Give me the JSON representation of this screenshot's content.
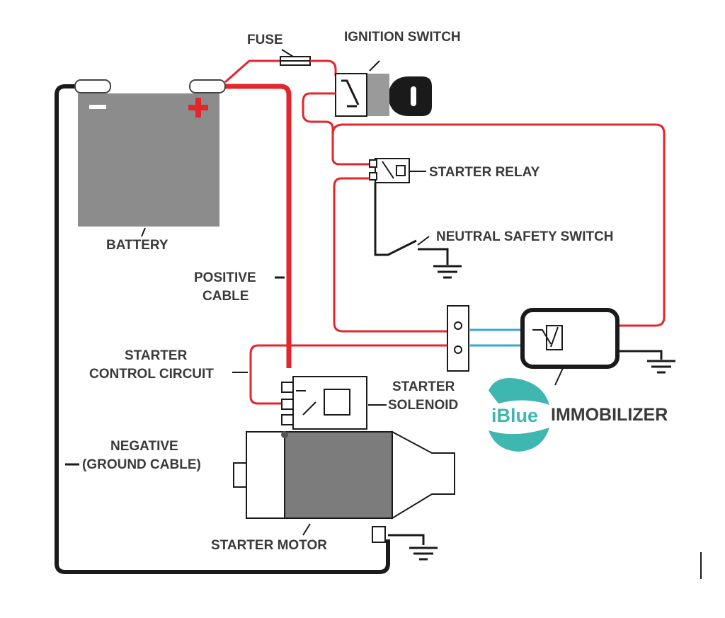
{
  "labels": {
    "fuse": "FUSE",
    "ignition_switch": "IGNITION SWITCH",
    "battery": "BATTERY",
    "starter_relay": "STARTER RELAY",
    "neutral_safety_switch": "NEUTRAL SAFETY SWITCH",
    "positive_cable_1": "POSITIVE",
    "positive_cable_2": "CABLE",
    "starter_control_1": "STARTER",
    "starter_control_2": "CONTROL CIRCUIT",
    "starter_solenoid_1": "STARTER",
    "starter_solenoid_2": "SOLENOID",
    "negative_1": "NEGATIVE",
    "negative_2": "(GROUND CABLE)",
    "starter_motor": "STARTER MOTOR",
    "immobilizer": "IMMOBILIZER",
    "brand": "iBlue",
    "battery_neg_sign": "−",
    "battery_pos_sign": "+"
  },
  "colors": {
    "power_wire": "#e3262c",
    "control_wire": "#e3262c",
    "ground_wire": "#1a1a1a",
    "immobilizer_wire": "#3aa6d8",
    "battery_body": "#8c8c8c",
    "motor_body": "#7c7c7c",
    "key": "#1a1a1a",
    "brand": "#3fb6b0"
  }
}
